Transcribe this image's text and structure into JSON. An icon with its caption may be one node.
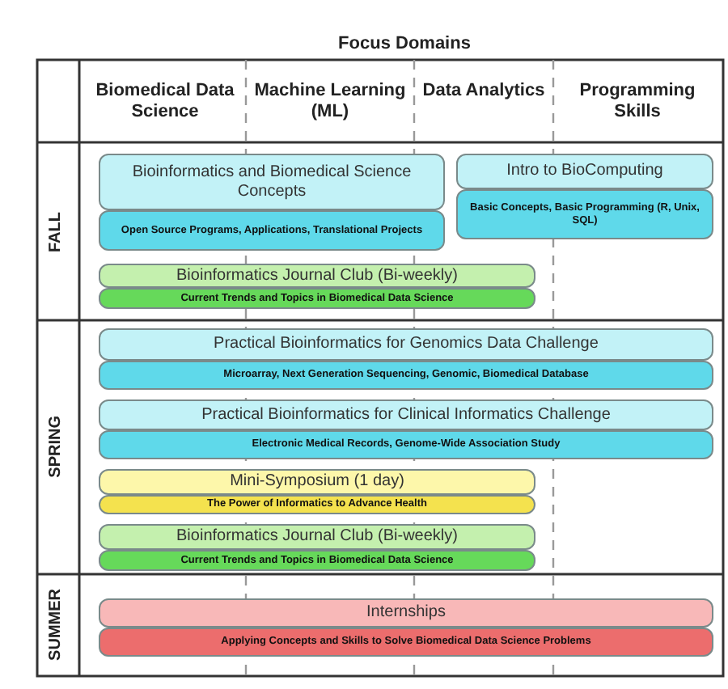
{
  "diagram": {
    "title": "Focus Domains",
    "nodes": [
      {
        "text": [
          "Bioinformatics and Biomedical Science Concepts",
          "Open Source Programs, Applications, Translational Projects"
        ]
      },
      {
        "text": [
          "Intro to BioComputing",
          "Basic Concepts, Basic Programming (R, Unix, SQL)"
        ]
      },
      {
        "text": [
          "Bioinformatics Journal Club (Bi-weekly)",
          "Current Trends and Topics in Biomedical Data Science"
        ]
      },
      {
        "text": [
          "Practical Bioinformatics for Genomics Data Challenge",
          "Microarray, Next Generation Sequencing, Genomic, Biomedical Database"
        ]
      },
      {
        "text": [
          "Practical Bioinformatics for Clinical Informatics Challenge",
          "Electronic Medical Records, Genome-Wide Association Study"
        ]
      },
      {
        "text": [
          "Mini-Symposium (1 day)",
          "The Power of Informatics to Advance Health"
        ]
      },
      {
        "text": [
          "Bioinformatics Journal Club (Bi-weekly)",
          "Current Trends and Topics in Biomedical Data Science"
        ]
      },
      {
        "text": [
          "Internships",
          "Applying Concepts and Skills to Solve Biomedical Data Science Problems"
        ]
      }
    ],
    "labels": [
      "Biomedical Data Science",
      "Machine Learning (ML)",
      "Data Analytics",
      "Programming Skills",
      "FALL",
      "SPRING",
      "SUMMER"
    ]
  }
}
